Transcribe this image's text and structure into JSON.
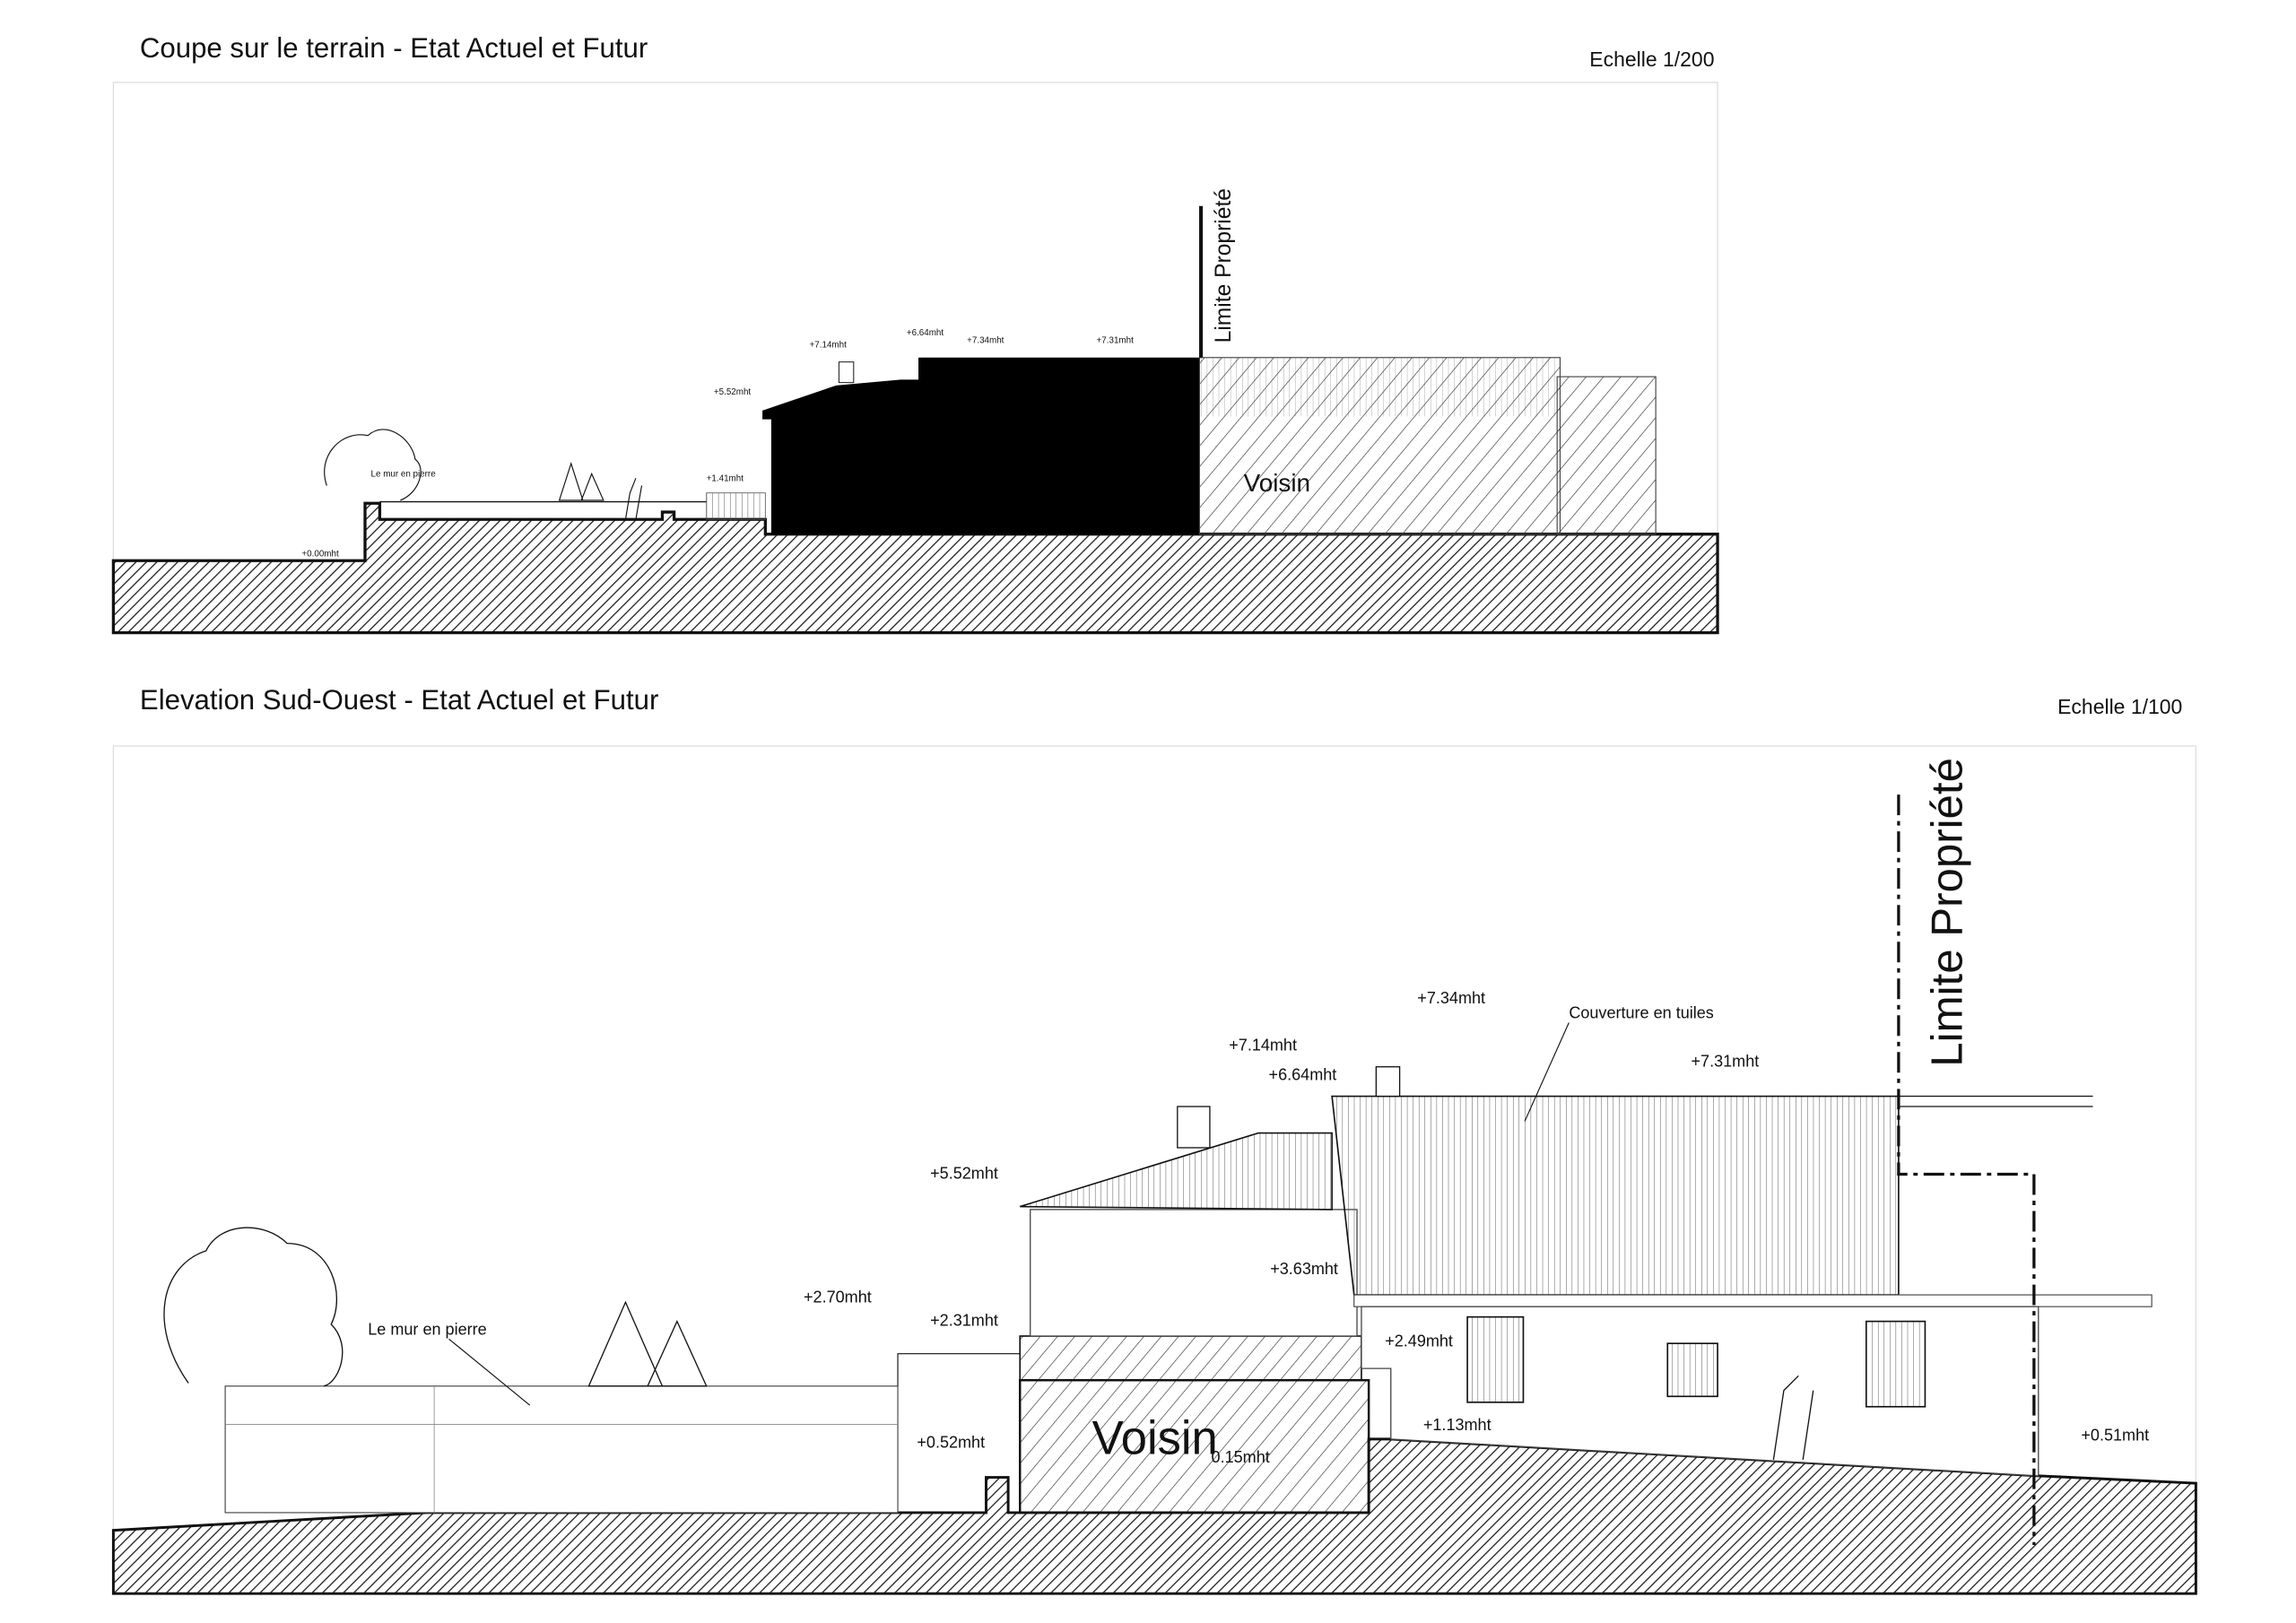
{
  "section1": {
    "title": "Coupe sur le terrain - Etat Actuel et Futur",
    "scale": "Echelle 1/200",
    "labels": {
      "h000": "+0.00mht",
      "h141": "+1.41mht",
      "h552": "+5.52mht",
      "h714": "+7.14mht",
      "h664": "+6.64mht",
      "h734": "+7.34mht",
      "h731": "+7.31mht",
      "wall": "Le mur en pierre",
      "neighbor": "Voisin",
      "property_limit": "Limite Propriété"
    }
  },
  "section2": {
    "title": "Elevation Sud-Ouest - Etat Actuel et Futur",
    "scale": "Echelle 1/100",
    "labels": {
      "h734": "+7.34mht",
      "roof": "Couverture en tuiles",
      "h714": "+7.14mht",
      "h664": "+6.64mht",
      "h731": "+7.31mht",
      "h552": "+5.52mht",
      "h363": "+3.63mht",
      "h270": "+2.70mht",
      "h231": "+2.31mht",
      "h249": "+2.49mht",
      "wall": "Le mur en pierre",
      "neighbor": "Voisin",
      "h015": "0.15mht",
      "h052": "+0.52mht",
      "h113": "+1.13mht",
      "h051": "+0.51mht",
      "property_limit": "Limite Propriété"
    }
  }
}
